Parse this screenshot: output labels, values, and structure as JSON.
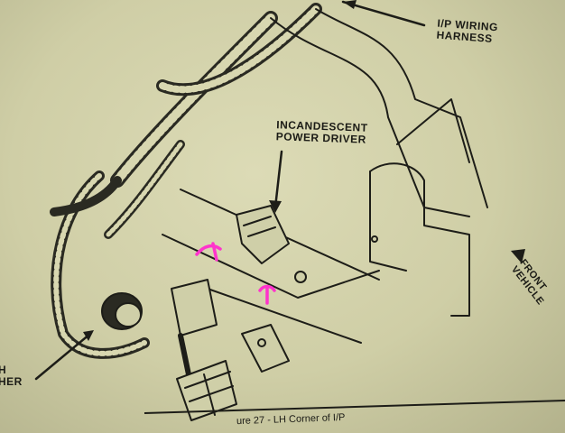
{
  "labels": {
    "ip_wiring_harness_line1": "I/P WIRING",
    "ip_wiring_harness_line2": "HARNESS",
    "power_driver_line1": "INCANDESCENT",
    "power_driver_line2": "POWER DRIVER",
    "front_line1": "FRONT",
    "front_line2": "VEHICLE",
    "left_line1": "H",
    "left_line2": "HER"
  },
  "caption": "ure 27 - LH Corner of I/P",
  "colors": {
    "paper": "#d8d7b0",
    "ink": "#1b1b16",
    "marker": "#ff33cc"
  }
}
